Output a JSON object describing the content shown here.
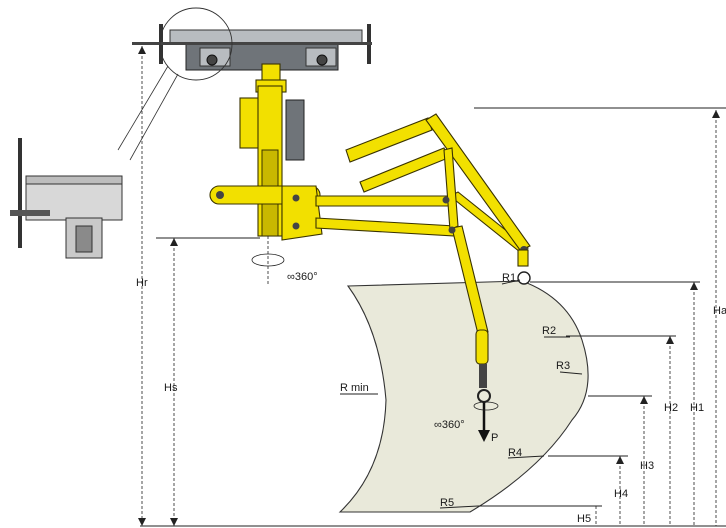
{
  "diagram": {
    "rotation_top": "∞360°",
    "rotation_hook": "∞360°",
    "load_label": "P",
    "reach": {
      "r1": "R1",
      "r2": "R2",
      "r3": "R3",
      "r4": "R4",
      "r5": "R5",
      "rmin": "R min"
    },
    "heights": {
      "hr": "Hr",
      "hs": "Hs",
      "ha": "Ha",
      "h1": "H1",
      "h2": "H2",
      "h3": "H3",
      "h4": "H4",
      "h5": "H5"
    },
    "colors": {
      "arm": "#f2e000",
      "envelope": "#e9e9da",
      "steel": "#b8bcc0"
    }
  }
}
